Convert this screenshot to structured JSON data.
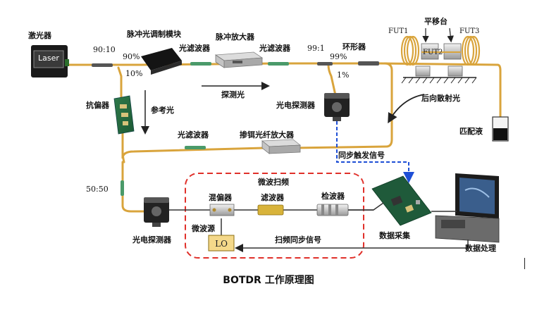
{
  "caption": "BOTDR 工作原理图",
  "components": {
    "laser": "激光器",
    "laser_box": "Laser",
    "pulse_modulator": "脉冲光调制模块",
    "optical_filter_1": "光滤波器",
    "pulse_amplifier": "脉冲放大器",
    "optical_filter_2": "光滤波器",
    "circulator": "环形器",
    "fut1": "FUT1",
    "fut2": "FUT2",
    "fut3": "FUT3",
    "translation_stage": "平移台",
    "polarization_scrambler": "抗偏器",
    "reference_light": "参考光",
    "probe_light": "探测光",
    "photodetector_1": "光电探测器",
    "backscatter": "后向散射光",
    "matching_fluid": "匹配液",
    "optical_filter_3": "光滤波器",
    "edfa": "掺铒光纤放大器",
    "sync_trigger": "同步触发信号",
    "microwave_sweep": "微波扫频",
    "mixer": "混偏器",
    "filter": "滤波器",
    "detector": "检波器",
    "microwave_source": "微波源",
    "lo_box": "LO",
    "sweep_sync": "扫频同步信号",
    "data_acquisition": "数据采集",
    "data_processing": "数据处理",
    "photodetector_2": "光电探测器"
  },
  "ratios": {
    "split_90_10": "90:10",
    "pct_90": "90%",
    "pct_10": "10%",
    "split_99_1": "99:1",
    "pct_99": "99%",
    "pct_1": "1%",
    "split_50_50": "50:50"
  },
  "colors": {
    "fiber": "#d9a43c",
    "signal": "#1e4fd6",
    "sweep_box": "#e0302a",
    "arrow": "#222222"
  }
}
